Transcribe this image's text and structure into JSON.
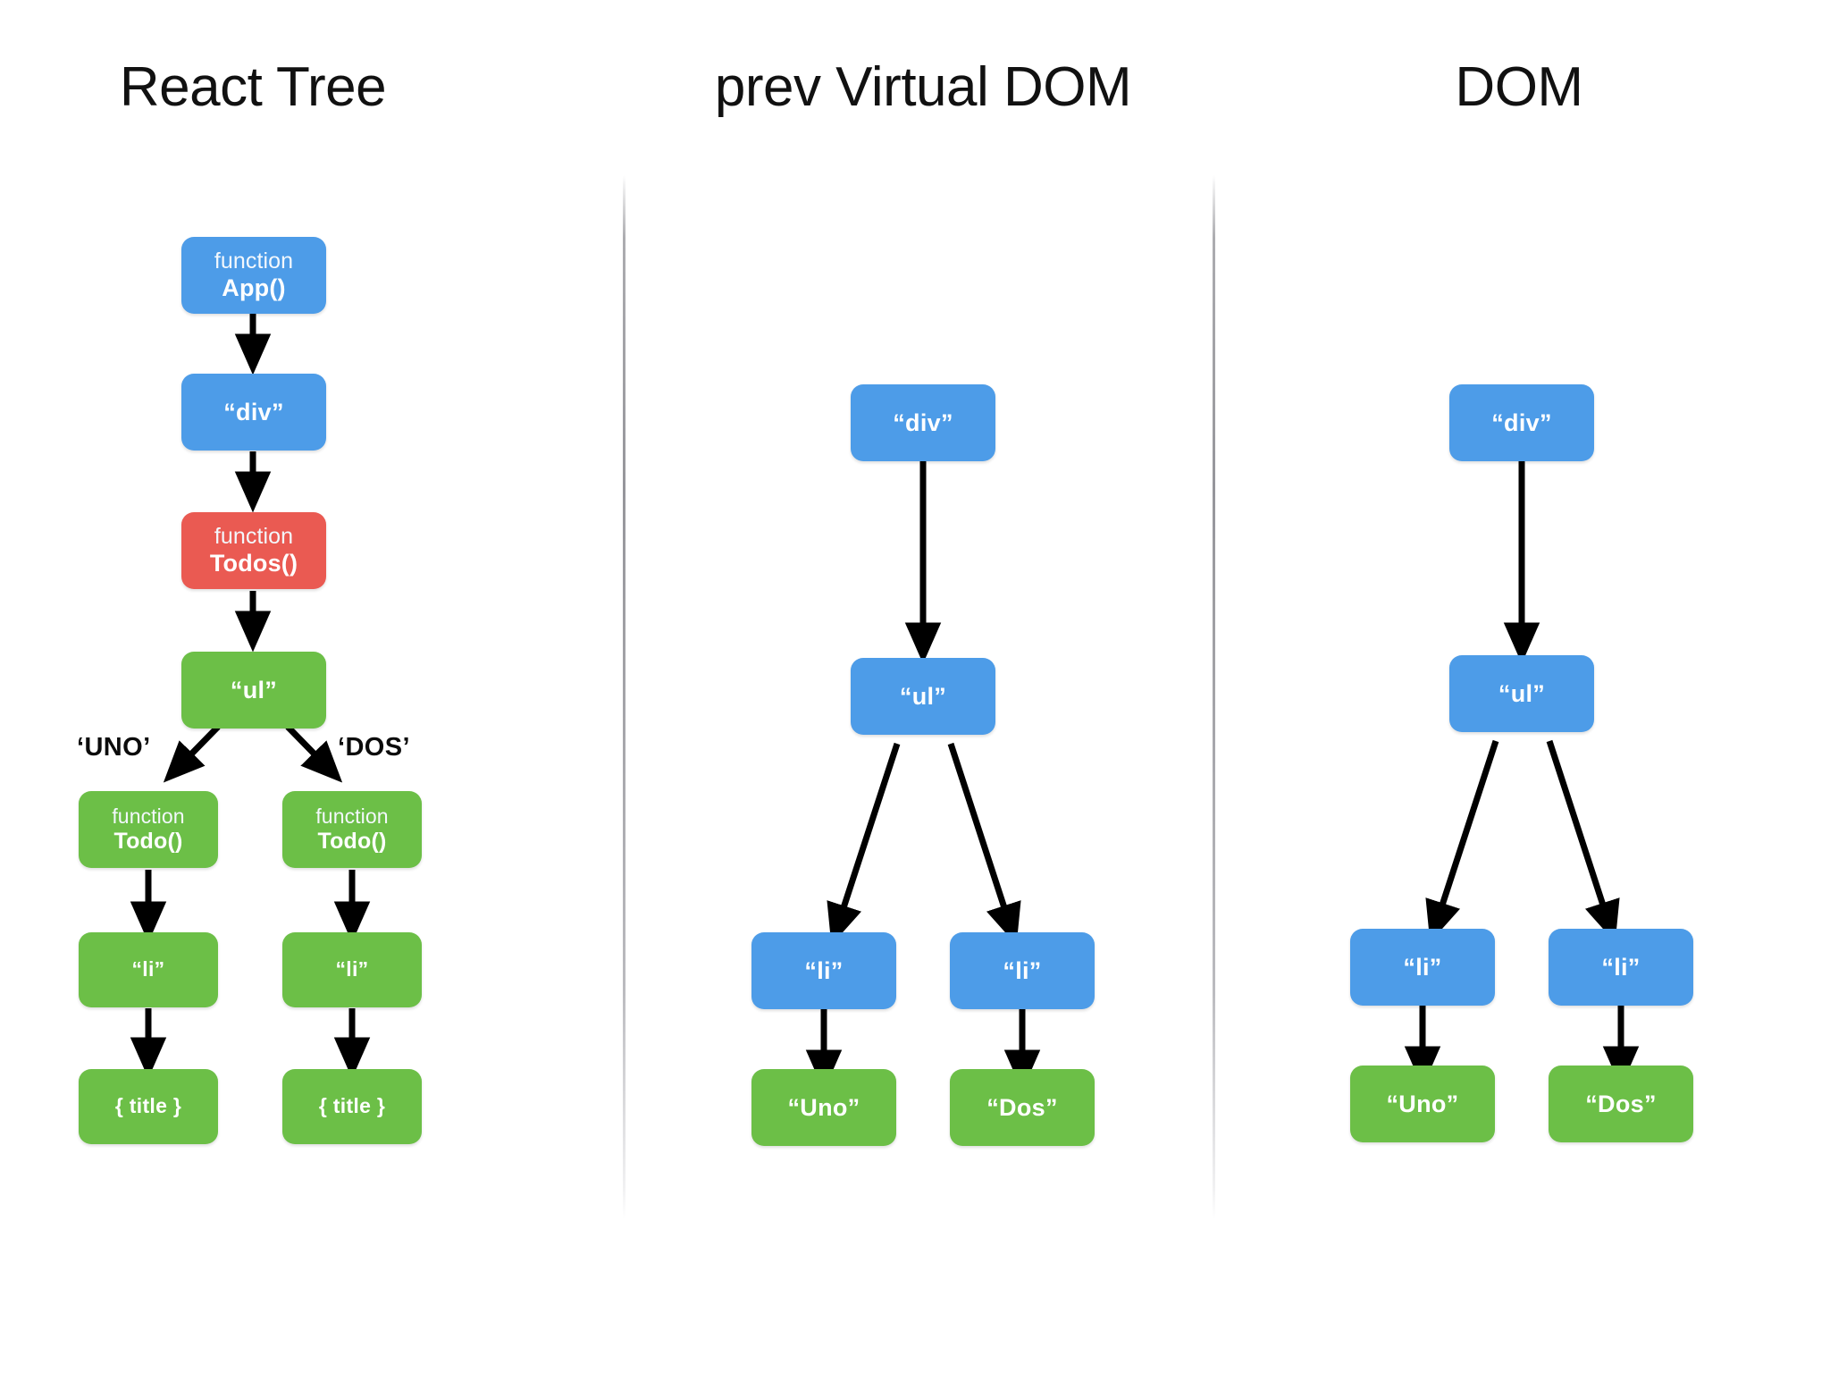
{
  "page": {
    "background": "#ffffff",
    "colors": {
      "blue": "#4d9ce8",
      "red": "#ea5a52",
      "green": "#6cbf47",
      "arrow": "#000000",
      "divider": "#9a9a9e",
      "title": "#111111"
    }
  },
  "columns": [
    {
      "id": "react-tree",
      "title": "React Tree"
    },
    {
      "id": "prev-virtual-dom",
      "title": "prev Virtual DOM"
    },
    {
      "id": "dom",
      "title": "DOM"
    }
  ],
  "react_tree": {
    "title": "React Tree",
    "key_labels": [
      {
        "text": "‘UNO’"
      },
      {
        "text": "‘DOS’"
      }
    ],
    "nodes": [
      {
        "id": "app",
        "kw": "function",
        "name": "App()",
        "color": "blue"
      },
      {
        "id": "div",
        "tag": "“div”",
        "color": "blue"
      },
      {
        "id": "todos",
        "kw": "function",
        "name": "Todos()",
        "color": "red"
      },
      {
        "id": "ul",
        "tag": "“ul”",
        "color": "green"
      },
      {
        "id": "todo-left",
        "kw": "function",
        "name": "Todo()",
        "color": "green"
      },
      {
        "id": "todo-right",
        "kw": "function",
        "name": "Todo()",
        "color": "green"
      },
      {
        "id": "li-left",
        "tag": "“li”",
        "color": "green"
      },
      {
        "id": "li-right",
        "tag": "“li”",
        "color": "green"
      },
      {
        "id": "title-left",
        "tag": "{ title }",
        "color": "green"
      },
      {
        "id": "title-right",
        "tag": "{ title }",
        "color": "green"
      }
    ]
  },
  "prev_virtual_dom": {
    "title": "prev Virtual DOM",
    "nodes": [
      {
        "id": "div",
        "tag": "“div”",
        "color": "blue"
      },
      {
        "id": "ul",
        "tag": "“ul”",
        "color": "blue"
      },
      {
        "id": "li-left",
        "tag": "“li”",
        "color": "blue"
      },
      {
        "id": "li-right",
        "tag": "“li”",
        "color": "blue"
      },
      {
        "id": "uno",
        "tag": "“Uno”",
        "color": "green"
      },
      {
        "id": "dos",
        "tag": "“Dos”",
        "color": "green"
      }
    ]
  },
  "dom": {
    "title": "DOM",
    "nodes": [
      {
        "id": "div",
        "tag": "“div”",
        "color": "blue"
      },
      {
        "id": "ul",
        "tag": "“ul”",
        "color": "blue"
      },
      {
        "id": "li-left",
        "tag": "“li”",
        "color": "blue"
      },
      {
        "id": "li-right",
        "tag": "“li”",
        "color": "blue"
      },
      {
        "id": "uno",
        "tag": "“Uno”",
        "color": "green"
      },
      {
        "id": "dos",
        "tag": "“Dos”",
        "color": "green"
      }
    ]
  }
}
